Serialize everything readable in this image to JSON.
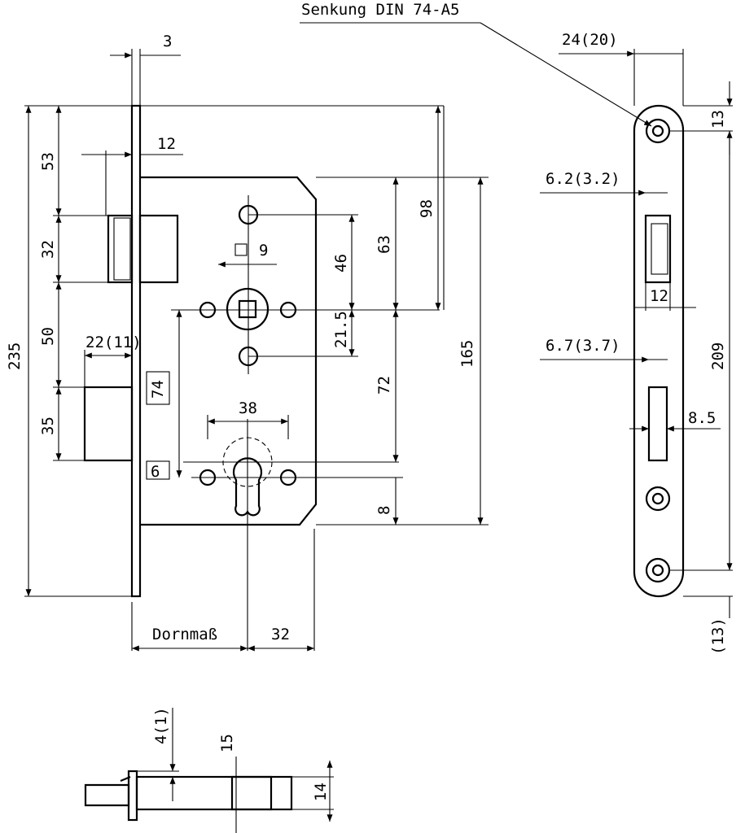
{
  "title_callout": "Senkung DIN 74-A5",
  "dimensions": {
    "faceplate_thickness": "3",
    "latch_offset": "12",
    "top_to_latch": "53",
    "latch_height": "32",
    "latch_to_deadbolt": "50",
    "deadbolt_height": "35",
    "total_height": "235",
    "deadbolt_throw": "22(11)",
    "square_spindle": "9",
    "spindle_to_top_hole": "46",
    "spindle_to_bottom_hole": "21.5",
    "case_top_to_spindle": "63",
    "faceplate_top_to_spindle": "98",
    "spindle_to_cylinder": "72",
    "case_height": "165",
    "cylinder_below": "8",
    "cylinder_hole_spacing": "38",
    "boxed_74": "74",
    "boxed_6": "6",
    "backset_label": "Dornmaß",
    "backset_extra": "32",
    "faceplate_width": "24(20)",
    "screw_top_offset": "13",
    "latch_slot_offset": "6.2(3.2)",
    "latch_slot_width": "12",
    "bolt_slot_offset": "6.7(3.7)",
    "bolt_slot_width": "8.5",
    "screw_spacing": "209",
    "screw_bottom_offset": "(13)",
    "bottom_follower": "4(1)",
    "bottom_15": "15",
    "bottom_14": "14"
  }
}
